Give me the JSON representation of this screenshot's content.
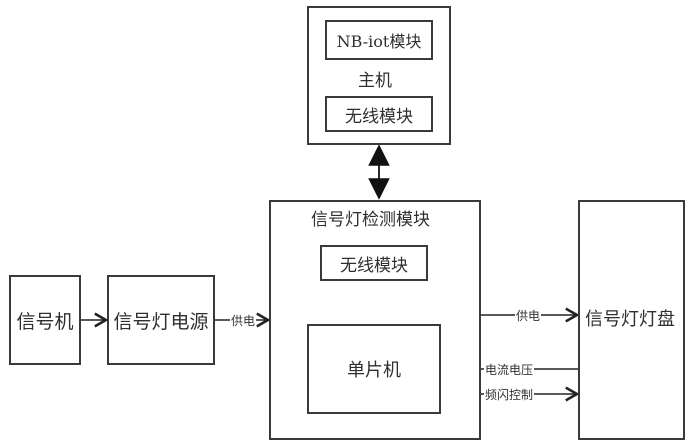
{
  "diagram": {
    "host": {
      "title": "主机",
      "nbiot_module": "NB-iot模块",
      "wireless_module": "无线模块"
    },
    "detection_module": {
      "title": "信号灯检测模块",
      "wireless_module": "无线模块",
      "mcu": "单片机"
    },
    "signal_machine": "信号机",
    "signal_power": "信号灯电源",
    "light_panel": "信号灯灯盘",
    "connections": {
      "power_to_detection": "供电",
      "detection_to_panel": "供电",
      "current_voltage": "电流电压",
      "flash_control": "频闪控制"
    }
  }
}
